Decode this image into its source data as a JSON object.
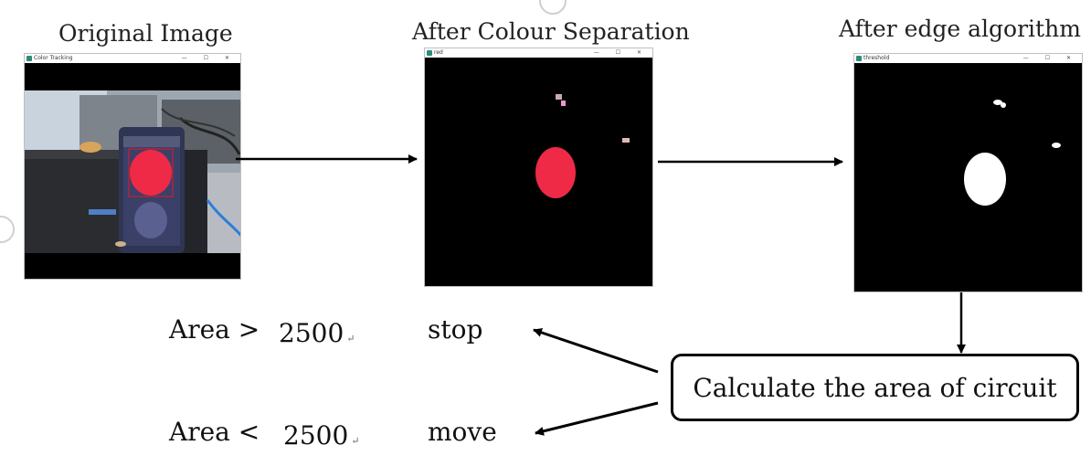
{
  "titles": {
    "original": "Original Image",
    "separation": "After Colour Separation",
    "edge": "After edge algorithm"
  },
  "windows": {
    "original": {
      "title": "Color Tracking",
      "controls": "— ☐ ✕"
    },
    "separation": {
      "title": "red",
      "controls": "— ☐ ✕"
    },
    "edge": {
      "title": "threshold",
      "controls": "— ☐ ✕"
    }
  },
  "conditions": [
    {
      "label": "Area >",
      "value": "2500",
      "mark": "↵",
      "action": "stop"
    },
    {
      "label": "Area <",
      "value": "2500",
      "mark": "↵",
      "action": "move"
    }
  ],
  "process_box": "Calculate the area of circuit",
  "colors": {
    "red_blob": "#ee2a47",
    "white_blob": "#ffffff",
    "box_border": "#000000"
  }
}
